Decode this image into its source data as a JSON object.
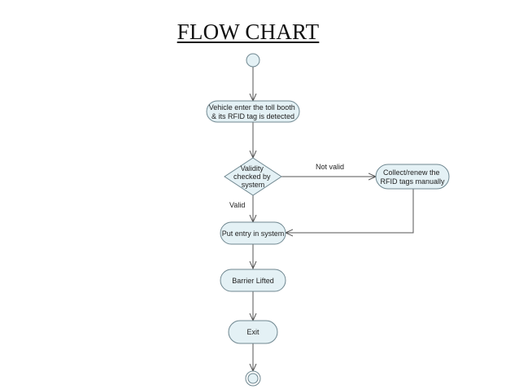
{
  "title": "FLOW CHART",
  "nodes": {
    "detect": {
      "lines": [
        "Vehicle enter the toll booth",
        "& its RFID tag is detected"
      ]
    },
    "validity": {
      "lines": [
        "Validity",
        "checked by",
        "system"
      ]
    },
    "collect": {
      "lines": [
        "Collect/renew the",
        "RFID tags manually"
      ]
    },
    "entry": {
      "lines": [
        "Put entry in system"
      ]
    },
    "barrier": {
      "lines": [
        "Barrier Lifted"
      ]
    },
    "exit": {
      "lines": [
        "Exit"
      ]
    }
  },
  "edges": {
    "not_valid": "Not valid",
    "valid": "Valid"
  }
}
